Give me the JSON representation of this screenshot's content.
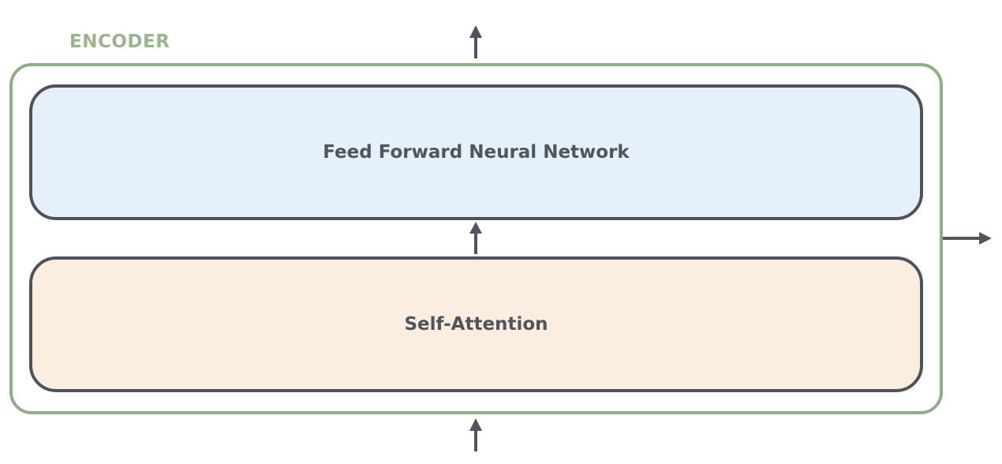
{
  "encoder": {
    "label": "ENCODER",
    "frame_color": "#8fae86",
    "label_color": "#9ab48f"
  },
  "layers": {
    "feed_forward": {
      "label": "Feed Forward Neural Network",
      "fill_color": "#e6f0fb"
    },
    "self_attention": {
      "label": "Self-Attention",
      "fill_color": "#fbeee1"
    }
  },
  "arrow_color": "#50555d"
}
